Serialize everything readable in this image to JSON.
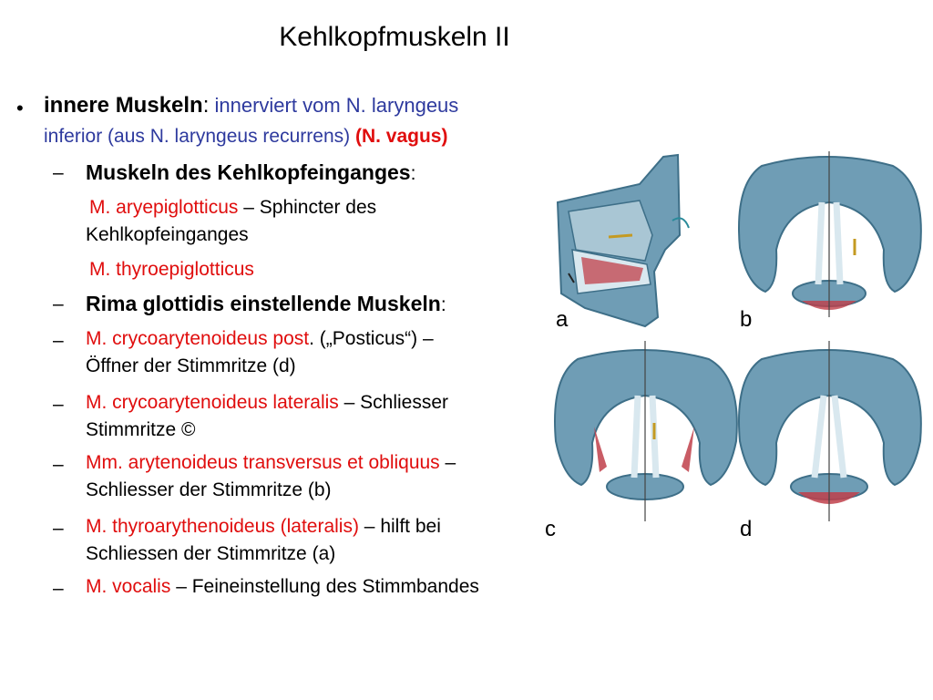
{
  "slide": {
    "title": "Kehlkopfmuskeln II",
    "bullet_symbol": "•",
    "dash_symbol": "–",
    "intro": {
      "term": "innere Muskeln",
      "colon": ":",
      "text1": " innerviert vom ",
      "nerve1": "N. laryngeus",
      "nerve2": "inferior (aus N. laryngeus recurrens)",
      "space": " ",
      "vagus": "(N. vagus)"
    },
    "section1": {
      "heading": "Muskeln des Kehlkopfeinganges",
      "colon": ":",
      "item1_name": "M. aryepiglotticus",
      "item1_rest1": " – Sphincter des",
      "item1_rest2": "Kehlkopfeinganges",
      "item2_name": "M. thyroepiglotticus"
    },
    "section2": {
      "heading": "Rima glottidis einstellende Muskeln",
      "colon": ":",
      "items": [
        {
          "name": "M. crycoarytenoideus post",
          "dot": ".",
          "rest1": " („Posticus“) –",
          "rest2": "Öffner der Stimmritze (d)"
        },
        {
          "name": "M. crycoarytenoideus lateralis",
          "rest1": " –  Schliesser",
          "rest2": "Stimmritze ©"
        },
        {
          "name": "Mm. arytenoideus transversus et obliquus",
          "rest1": " –",
          "rest2": "Schliesser der Stimmritze (b)"
        },
        {
          "name": "M. thyroarythenoideus (lateralis)",
          "rest1": " – hilft bei",
          "rest2": "Schliessen der Stimmritze  (a)"
        },
        {
          "name": "M. vocalis",
          "rest1": " – Feineinstellung des Stimmbandes"
        }
      ]
    }
  },
  "figure": {
    "labels": [
      "a",
      "b",
      "c",
      "d"
    ]
  },
  "colors": {
    "accent_red": "#e00d0d",
    "accent_blue": "#2e3a9e",
    "cartilage": "#6f9db5",
    "cartilage_dark": "#3e6f88",
    "muscle": "#c0404a"
  }
}
